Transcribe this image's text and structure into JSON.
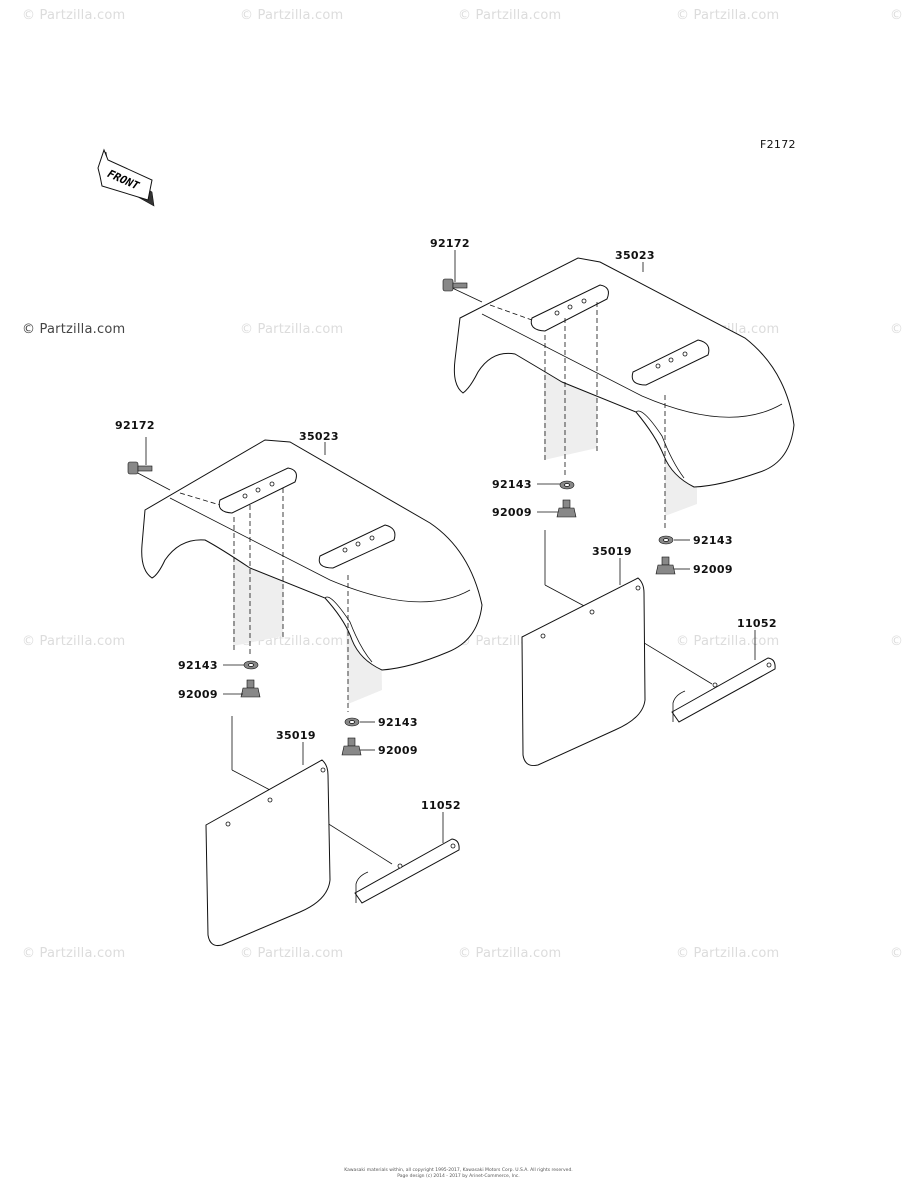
{
  "watermark": {
    "symbol": "©",
    "text": "Partzilla",
    "suffix": ".com"
  },
  "figure_id": "F2172",
  "front_marker": "FRONT",
  "left_assembly": {
    "bolt_top": "92172",
    "fender": "35023",
    "washer_left": "92143",
    "bolt_left": "92009",
    "washer_right": "92143",
    "bolt_right": "92009",
    "flap": "35019",
    "bracket": "11052"
  },
  "right_assembly": {
    "bolt_top": "92172",
    "fender": "35023",
    "washer_left": "92143",
    "bolt_left": "92009",
    "washer_right": "92143",
    "bolt_right": "92009",
    "flap": "35019",
    "bracket": "11052"
  },
  "copyright": {
    "line1": "Kawasaki materials within, all copyright 1995-2017, Kawasaki Motors Corp. U.S.A. All rights reserved.",
    "line2": "Page design (c) 2014 - 2017 by Arinet-Commerce, Inc."
  }
}
